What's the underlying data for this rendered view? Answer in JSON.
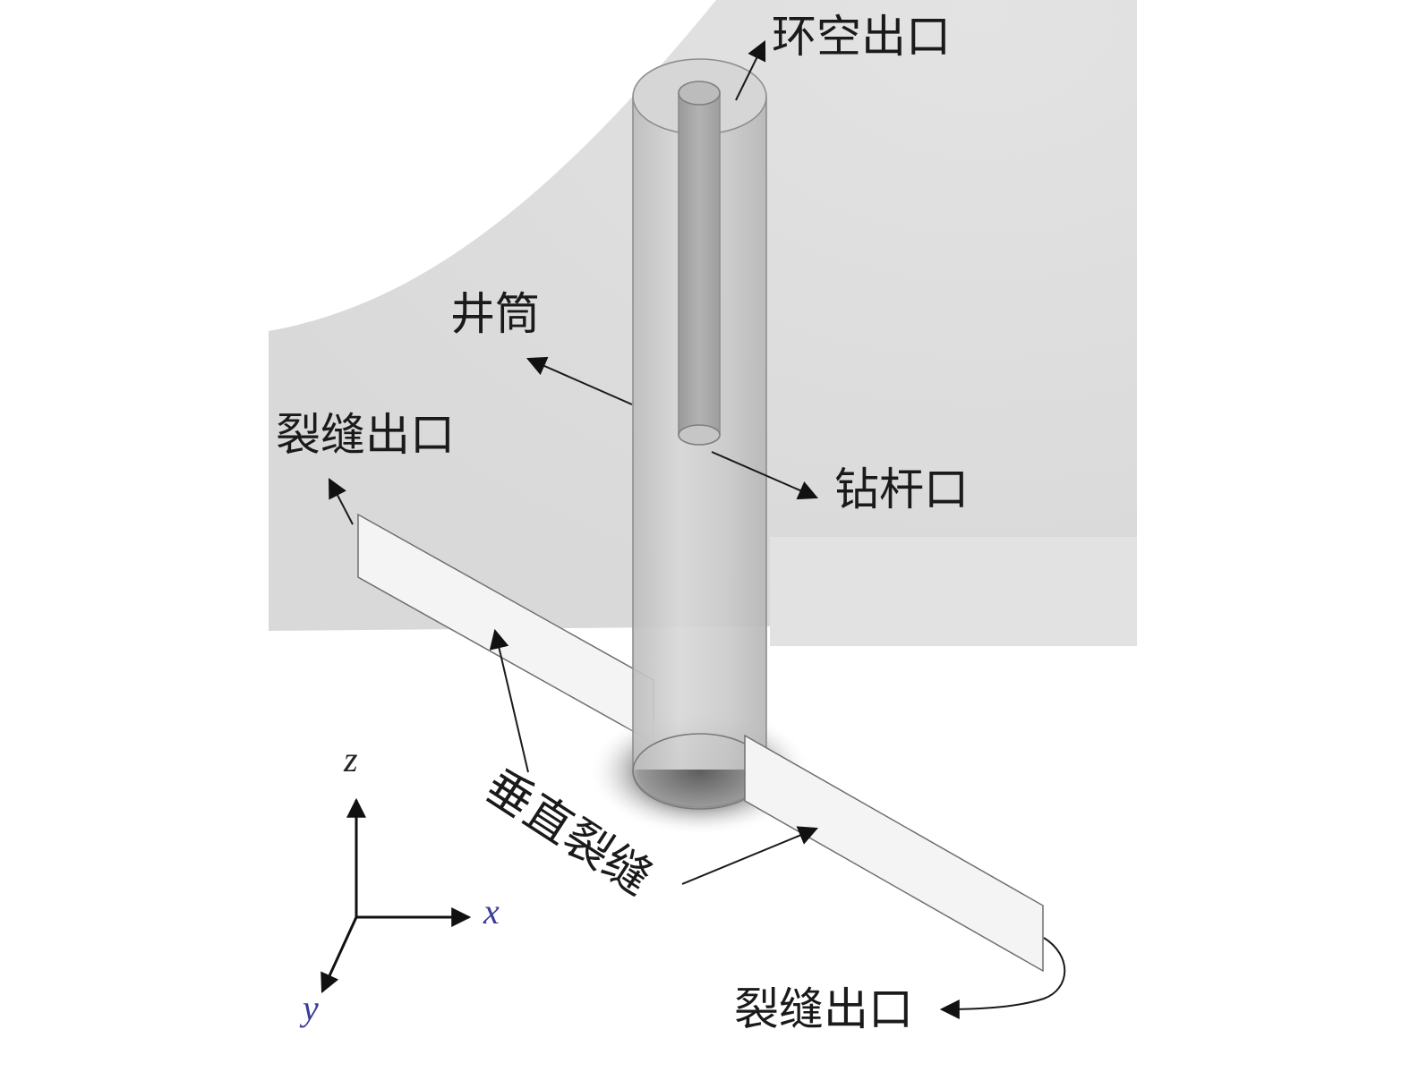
{
  "labels": {
    "annulus_outlet": "环空出口",
    "wellbore": "井筒",
    "fracture_outlet_upper": "裂缝出口",
    "drill_pipe_inlet": "钻杆口",
    "vertical_fracture": "垂直裂缝",
    "fracture_outlet_lower": "裂缝出口"
  },
  "axes": {
    "z": "z",
    "x": "x",
    "y": "y"
  },
  "colors": {
    "background_panel": "#dedede",
    "wellbore_fill": "#cfcfcf",
    "drill_pipe_fill": "#a9a9a9",
    "fracture_fill": "#f3f3f3",
    "axis_text_xy": "#3a3a9a",
    "axis_text_z": "#222222",
    "ink": "#1a1a1a"
  }
}
